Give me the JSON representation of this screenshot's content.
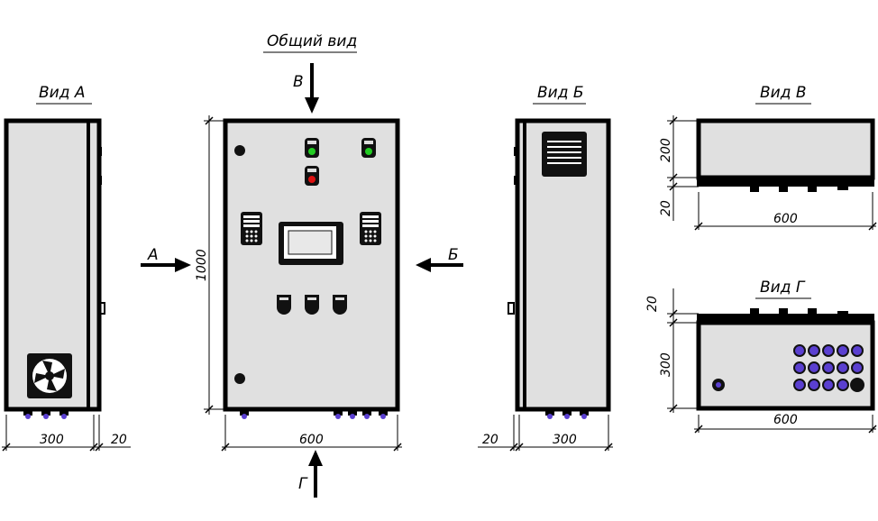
{
  "titles": {
    "general": "Общий вид",
    "view_a": "Вид А",
    "view_b": "Вид Б",
    "view_v": "Вид В",
    "view_g": "Вид Г"
  },
  "arrows": {
    "a": "А",
    "b": "Б",
    "v": "В",
    "g": "Г"
  },
  "dimensions": {
    "a_depth": "300",
    "a_offset": "20",
    "front_height": "1000",
    "front_width": "600",
    "b_offset": "20",
    "b_depth": "300",
    "v_height": "200",
    "v_offset": "20",
    "v_width": "600",
    "g_offset": "20",
    "g_height": "300",
    "g_width": "600"
  },
  "colors": {
    "panel_fill": "#e0e0e0",
    "outline": "#000000",
    "green_lamp": "#22cc22",
    "red_lamp": "#dd1111",
    "gland_fill": "#5a3fd0"
  },
  "icons": {
    "fan": "fan-grille-icon",
    "vent": "vent-grille-icon",
    "hmi": "hmi-display-icon",
    "keypad": "keypad-icon"
  }
}
